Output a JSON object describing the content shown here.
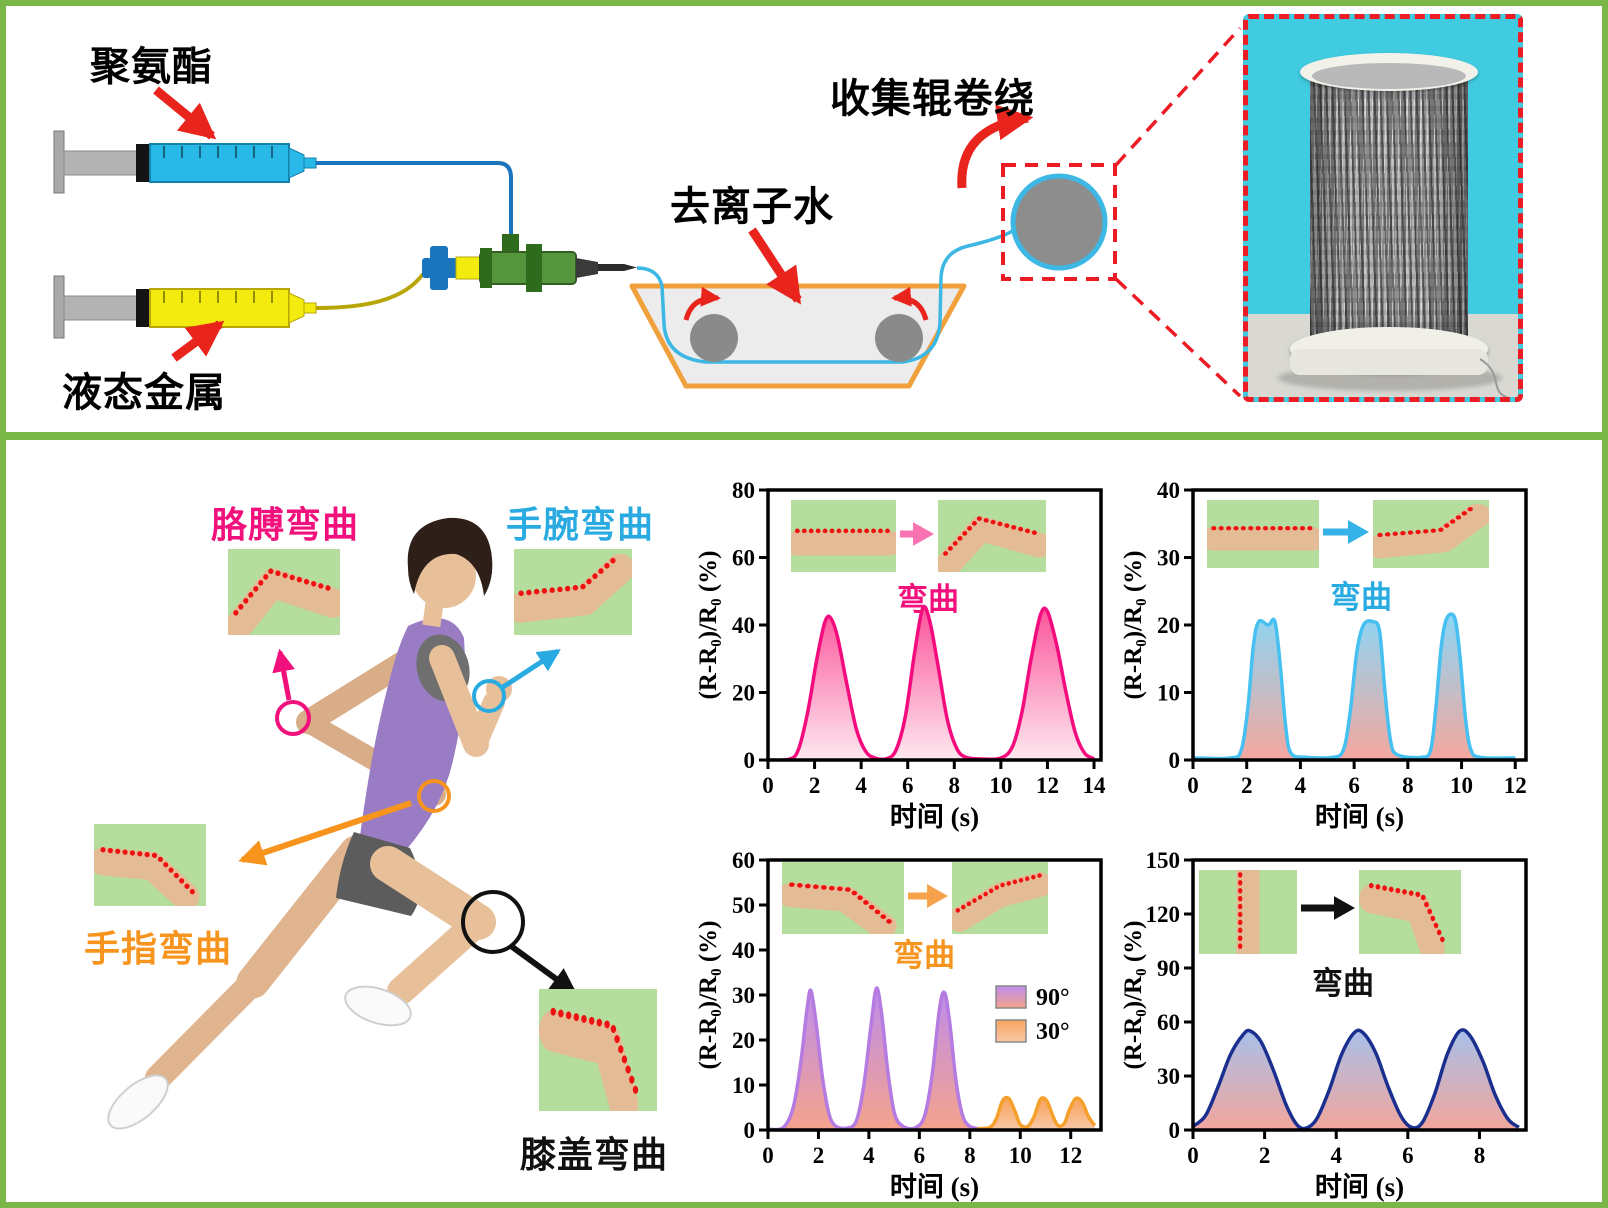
{
  "figure": {
    "top": {
      "label_polyurethane": "聚氨酯",
      "label_liquid_metal": "液态金属",
      "label_di_water": "去离子水",
      "label_collector": "收集辊卷绕"
    },
    "bottom": {
      "label_elbow": "胳膊弯曲",
      "label_wrist": "手腕弯曲",
      "label_finger": "手指弯曲",
      "label_knee": "膝盖弯曲",
      "insets": {
        "elbow": "arm-bent",
        "wrist": "wrist-bent",
        "finger": "finger-bent",
        "knee": "knee-bent"
      }
    },
    "colors": {
      "elbow": "#f2117c",
      "wrist": "#29abe2",
      "finger": "#f7941d",
      "knee": "#111111",
      "frame_green": "#7ab648",
      "dashed_red": "#ed1c24",
      "syringe_blue": "#29b9e8",
      "syringe_yellow": "#f4eb0e",
      "bath_orange": "#f0a03c",
      "fiber_blue": "#3db7e4"
    }
  },
  "chart_data": [
    {
      "id": "elbow-bending",
      "type": "area",
      "title": "弯曲",
      "title_color": "#f2117c",
      "xlabel": "时间 (s)",
      "ylabel": "(R-R₀)/R₀ (%)",
      "xlim": [
        0,
        14.3
      ],
      "xticks": [
        0,
        2,
        4,
        6,
        8,
        10,
        12,
        14
      ],
      "ylim": [
        0,
        80
      ],
      "yticks": [
        0,
        20,
        40,
        60,
        80
      ],
      "grid": false,
      "insets": {
        "before": "arm-straight",
        "after": "arm-bent",
        "arrow_color": "#f973b2"
      },
      "series": [
        {
          "name": "弯曲",
          "stroke": "#f40b7e",
          "fill_top": "#fb559b",
          "fill_bottom": "#fde8ef",
          "points": [
            [
              0,
              0
            ],
            [
              0.9,
              0.2
            ],
            [
              1.3,
              3
            ],
            [
              1.7,
              14
            ],
            [
              2.1,
              30
            ],
            [
              2.45,
              41
            ],
            [
              2.7,
              42
            ],
            [
              3.0,
              36
            ],
            [
              3.4,
              22
            ],
            [
              3.8,
              9
            ],
            [
              4.2,
              2.5
            ],
            [
              4.6,
              0.6
            ],
            [
              5.1,
              0.4
            ],
            [
              5.5,
              3
            ],
            [
              5.9,
              13
            ],
            [
              6.3,
              32
            ],
            [
              6.65,
              45
            ],
            [
              6.95,
              41
            ],
            [
              7.3,
              28
            ],
            [
              7.7,
              12
            ],
            [
              8.1,
              3.5
            ],
            [
              8.5,
              0.8
            ],
            [
              9.2,
              0.3
            ],
            [
              10.0,
              0.6
            ],
            [
              10.5,
              4
            ],
            [
              10.9,
              14
            ],
            [
              11.3,
              30
            ],
            [
              11.7,
              43
            ],
            [
              12.0,
              44
            ],
            [
              12.4,
              34
            ],
            [
              12.8,
              20
            ],
            [
              13.2,
              8
            ],
            [
              13.6,
              2
            ],
            [
              14,
              0.4
            ]
          ]
        }
      ]
    },
    {
      "id": "wrist-bending",
      "type": "area",
      "title": "弯曲",
      "title_color": "#29abe2",
      "xlabel": "时间 (s)",
      "ylabel": "(R-R₀)/R₀ (%)",
      "xlim": [
        0,
        12.4
      ],
      "xticks": [
        0,
        2,
        4,
        6,
        8,
        10,
        12
      ],
      "ylim": [
        0,
        40
      ],
      "yticks": [
        0,
        10,
        20,
        30,
        40
      ],
      "grid": false,
      "insets": {
        "before": "wrist-straight",
        "after": "wrist-bent",
        "arrow_color": "#35b3e8"
      },
      "series": [
        {
          "name": "弯曲",
          "stroke": "#45c0f0",
          "fill_top": "#8fd4f2",
          "fill_bottom": "#f5a79e",
          "points": [
            [
              0,
              0.3
            ],
            [
              1.4,
              0.3
            ],
            [
              1.8,
              1.5
            ],
            [
              2.05,
              8
            ],
            [
              2.25,
              17
            ],
            [
              2.45,
              20.5
            ],
            [
              2.8,
              20
            ],
            [
              3.05,
              20.5
            ],
            [
              3.25,
              14
            ],
            [
              3.45,
              5
            ],
            [
              3.65,
              1
            ],
            [
              4.2,
              0.4
            ],
            [
              5.2,
              0.4
            ],
            [
              5.6,
              1.5
            ],
            [
              5.85,
              7
            ],
            [
              6.1,
              16
            ],
            [
              6.35,
              20
            ],
            [
              6.7,
              20.5
            ],
            [
              6.95,
              19
            ],
            [
              7.15,
              10
            ],
            [
              7.35,
              3
            ],
            [
              7.6,
              0.8
            ],
            [
              8.5,
              0.4
            ],
            [
              8.85,
              1.5
            ],
            [
              9.05,
              8
            ],
            [
              9.25,
              17
            ],
            [
              9.45,
              21
            ],
            [
              9.75,
              21
            ],
            [
              9.95,
              15
            ],
            [
              10.15,
              6
            ],
            [
              10.35,
              1.5
            ],
            [
              10.7,
              0.4
            ],
            [
              12,
              0.3
            ]
          ]
        }
      ]
    },
    {
      "id": "finger-bending",
      "type": "area",
      "title": "弯曲",
      "title_color": "#f7941d",
      "xlabel": "时间 (s)",
      "ylabel": "(R-R₀)/R₀ (%)",
      "xlim": [
        0,
        13.2
      ],
      "xticks": [
        0,
        2,
        4,
        6,
        8,
        10,
        12
      ],
      "ylim": [
        0,
        60
      ],
      "yticks": [
        0,
        10,
        20,
        30,
        40,
        50,
        60
      ],
      "grid": false,
      "insets": {
        "before": "finger-bent",
        "after": "finger-straight",
        "arrow_color": "#f5a24a"
      },
      "legend": [
        {
          "label": "90°",
          "top": "#bd8cec",
          "bottom": "#f5a38c"
        },
        {
          "label": "30°",
          "top": "#f7a45c",
          "bottom": "#f8c8a8"
        }
      ],
      "series": [
        {
          "name": "90°",
          "stroke": "#b57be0",
          "fill_top": "#bd8cec",
          "fill_bottom": "#f5a38c",
          "points": [
            [
              0,
              0.2
            ],
            [
              0.6,
              0.5
            ],
            [
              1.0,
              5
            ],
            [
              1.3,
              15
            ],
            [
              1.55,
              27
            ],
            [
              1.7,
              31
            ],
            [
              1.9,
              24
            ],
            [
              2.15,
              12
            ],
            [
              2.4,
              4
            ],
            [
              2.65,
              1
            ],
            [
              3.1,
              0.4
            ],
            [
              3.5,
              2
            ],
            [
              3.8,
              10
            ],
            [
              4.1,
              24
            ],
            [
              4.3,
              31.5
            ],
            [
              4.5,
              26
            ],
            [
              4.75,
              13
            ],
            [
              5.0,
              4
            ],
            [
              5.3,
              1
            ],
            [
              5.8,
              0.4
            ],
            [
              6.2,
              3
            ],
            [
              6.5,
              12
            ],
            [
              6.8,
              27
            ],
            [
              7.0,
              30.5
            ],
            [
              7.2,
              24
            ],
            [
              7.45,
              11
            ],
            [
              7.7,
              3.5
            ],
            [
              7.95,
              1
            ],
            [
              8.3,
              0.3
            ]
          ]
        },
        {
          "name": "30°",
          "stroke": "#f5a02a",
          "fill_top": "#f7a45c",
          "fill_bottom": "#f8c8a8",
          "points": [
            [
              8.3,
              0.3
            ],
            [
              8.8,
              0.6
            ],
            [
              9.05,
              2.5
            ],
            [
              9.3,
              6.5
            ],
            [
              9.55,
              7
            ],
            [
              9.8,
              4
            ],
            [
              10.0,
              1.2
            ],
            [
              10.3,
              0.8
            ],
            [
              10.55,
              3
            ],
            [
              10.8,
              6.8
            ],
            [
              11.05,
              6.5
            ],
            [
              11.3,
              3
            ],
            [
              11.5,
              1
            ],
            [
              11.75,
              1.5
            ],
            [
              11.95,
              4.5
            ],
            [
              12.2,
              7
            ],
            [
              12.45,
              6.2
            ],
            [
              12.7,
              3
            ],
            [
              12.95,
              1
            ]
          ]
        }
      ]
    },
    {
      "id": "knee-bending",
      "type": "area",
      "title": "弯曲",
      "title_color": "#111111",
      "xlabel": "时间 (s)",
      "ylabel": "(R-R₀)/R₀ (%)",
      "xlim": [
        0,
        9.3
      ],
      "xticks": [
        0,
        2,
        4,
        6,
        8
      ],
      "ylim": [
        0,
        150
      ],
      "yticks": [
        0,
        30,
        60,
        90,
        120,
        150
      ],
      "grid": false,
      "insets": {
        "before": "knee-straight",
        "after": "knee-bent",
        "arrow_color": "#111111"
      },
      "series": [
        {
          "name": "弯曲",
          "stroke": "#1b2f8f",
          "fill_top": "#a9bfe8",
          "fill_bottom": "#f2a69c",
          "points": [
            [
              0,
              2
            ],
            [
              0.35,
              8
            ],
            [
              0.7,
              24
            ],
            [
              1.05,
              42
            ],
            [
              1.4,
              53
            ],
            [
              1.6,
              55
            ],
            [
              1.9,
              49
            ],
            [
              2.25,
              33
            ],
            [
              2.6,
              14
            ],
            [
              2.9,
              3
            ],
            [
              3.15,
              1
            ],
            [
              3.45,
              6
            ],
            [
              3.8,
              22
            ],
            [
              4.15,
              42
            ],
            [
              4.5,
              54
            ],
            [
              4.75,
              54
            ],
            [
              5.1,
              43
            ],
            [
              5.45,
              24
            ],
            [
              5.8,
              8
            ],
            [
              6.1,
              1.5
            ],
            [
              6.4,
              4
            ],
            [
              6.75,
              20
            ],
            [
              7.1,
              42
            ],
            [
              7.45,
              55
            ],
            [
              7.75,
              52
            ],
            [
              8.1,
              38
            ],
            [
              8.45,
              19
            ],
            [
              8.8,
              6
            ],
            [
              9.1,
              1.5
            ]
          ]
        }
      ]
    }
  ]
}
